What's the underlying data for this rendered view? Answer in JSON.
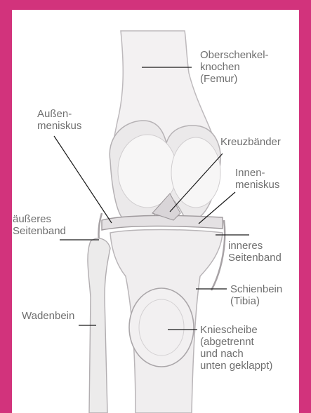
{
  "labels": {
    "femur": "Oberschenkel-\nknochen\n(Femur)",
    "aussenmeniskus": "Außen-\nmeniskus",
    "kreuzbaender": "Kreuzbänder",
    "innenmeniskus": "Innen-\nmeniskus",
    "aeusseres_seitenband": "äußeres\nSeitenband",
    "inneres_seitenband": "inneres\nSeitenband",
    "schienbein": "Schienbein\n(Tibia)",
    "wadenbein": "Wadenbein",
    "kniescheibe": "Kniescheibe\n(abgetrennt\nund nach\nunten geklappt)"
  },
  "colors": {
    "frame": "#d2337c",
    "label_text": "#6f6f6f",
    "leader_line": "#1a1a1a",
    "bone_fill": "#f1eff0",
    "bone_outline": "#b9b5b8"
  }
}
